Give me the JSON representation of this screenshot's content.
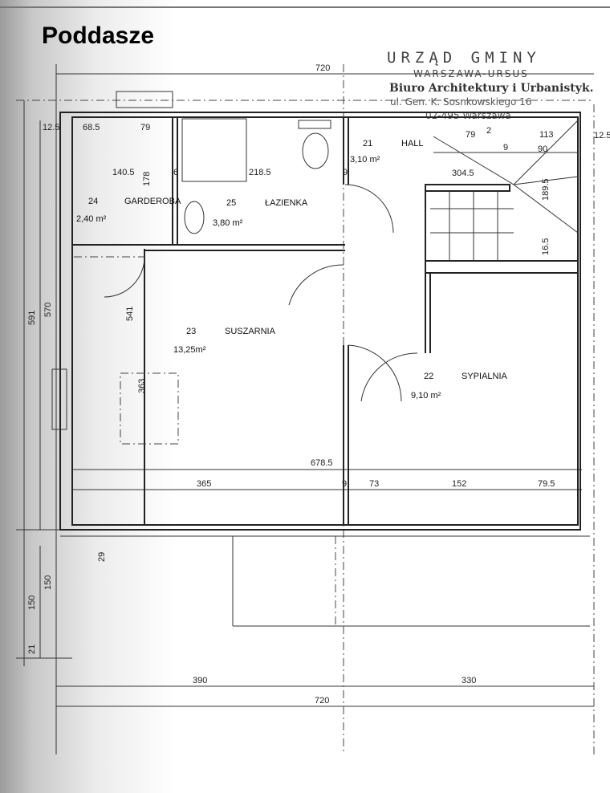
{
  "title": "Poddasze",
  "stamp": {
    "line1": "URZĄD GMINY",
    "line2": "WARSZAWA-URSUS",
    "line3": "Biuro Architektury i Urbanistyk.",
    "line4": "ul. Gen. K. Sosnkowskiego 16",
    "line5": "02-495 Warszawa"
  },
  "rooms": [
    {
      "number": "24",
      "name": "GARDEROBA",
      "area": "2,40 m²"
    },
    {
      "number": "25",
      "name": "ŁAZIENKA",
      "area": "3,80 m²"
    },
    {
      "number": "21",
      "name": "HALL",
      "area": "3,10 m²"
    },
    {
      "number": "23",
      "name": "SUSZARNIA",
      "area": "13,25m²"
    },
    {
      "number": "22",
      "name": "SYPIALNIA",
      "area": "9,10 m²"
    }
  ],
  "dimensions": {
    "top_total": "720",
    "d12_5a": "12.5",
    "d68_5": "68.5",
    "d79a": "79",
    "d140_5": "140.5",
    "d178": "178",
    "d6": "6",
    "d218_5": "218.5",
    "d9a": "9",
    "d79b": "79",
    "d2": "2",
    "d113": "113",
    "d9b": "9",
    "d90": "90",
    "d12_5b": "12.5",
    "d304_5": "304.5",
    "d189_5": "189.5",
    "d16_5": "16.5",
    "d591": "591",
    "d570": "570",
    "d541": "541",
    "d363": "363",
    "d678_5": "678.5",
    "d365": "365",
    "d9c": "9",
    "d73": "73",
    "d152": "152",
    "d79_5": "79.5",
    "d29": "29",
    "d150a": "150",
    "d150b": "150",
    "d21": "21",
    "d390": "390",
    "d330": "330",
    "bottom_total": "720"
  }
}
